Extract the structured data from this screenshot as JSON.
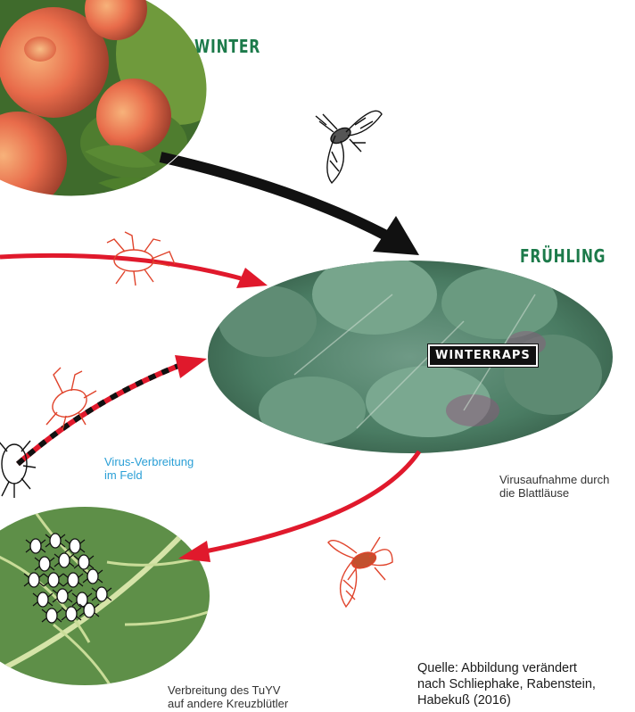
{
  "seasons": {
    "winter": "WINTER",
    "spring": "FRÜHLING"
  },
  "crop_label": "WINTERRAPS",
  "captions": {
    "field_spread": [
      "Virus-Verbreitung",
      "im Feld"
    ],
    "virus_uptake": [
      "Virusaufnahme durch",
      "die Blattläuse"
    ],
    "tuyv_spread": [
      "Verbreitung des TuYV",
      "auf andere Kreuzblütler"
    ]
  },
  "source": [
    "Quelle: Abbildung verändert",
    "nach Schliephake, Rabenstein,",
    "Habekuß (2016)"
  ],
  "colors": {
    "season_green": "#1c7a4a",
    "arrow_red": "#e0192c",
    "arrow_black": "#111111",
    "caption_blue": "#2a9fd6"
  }
}
